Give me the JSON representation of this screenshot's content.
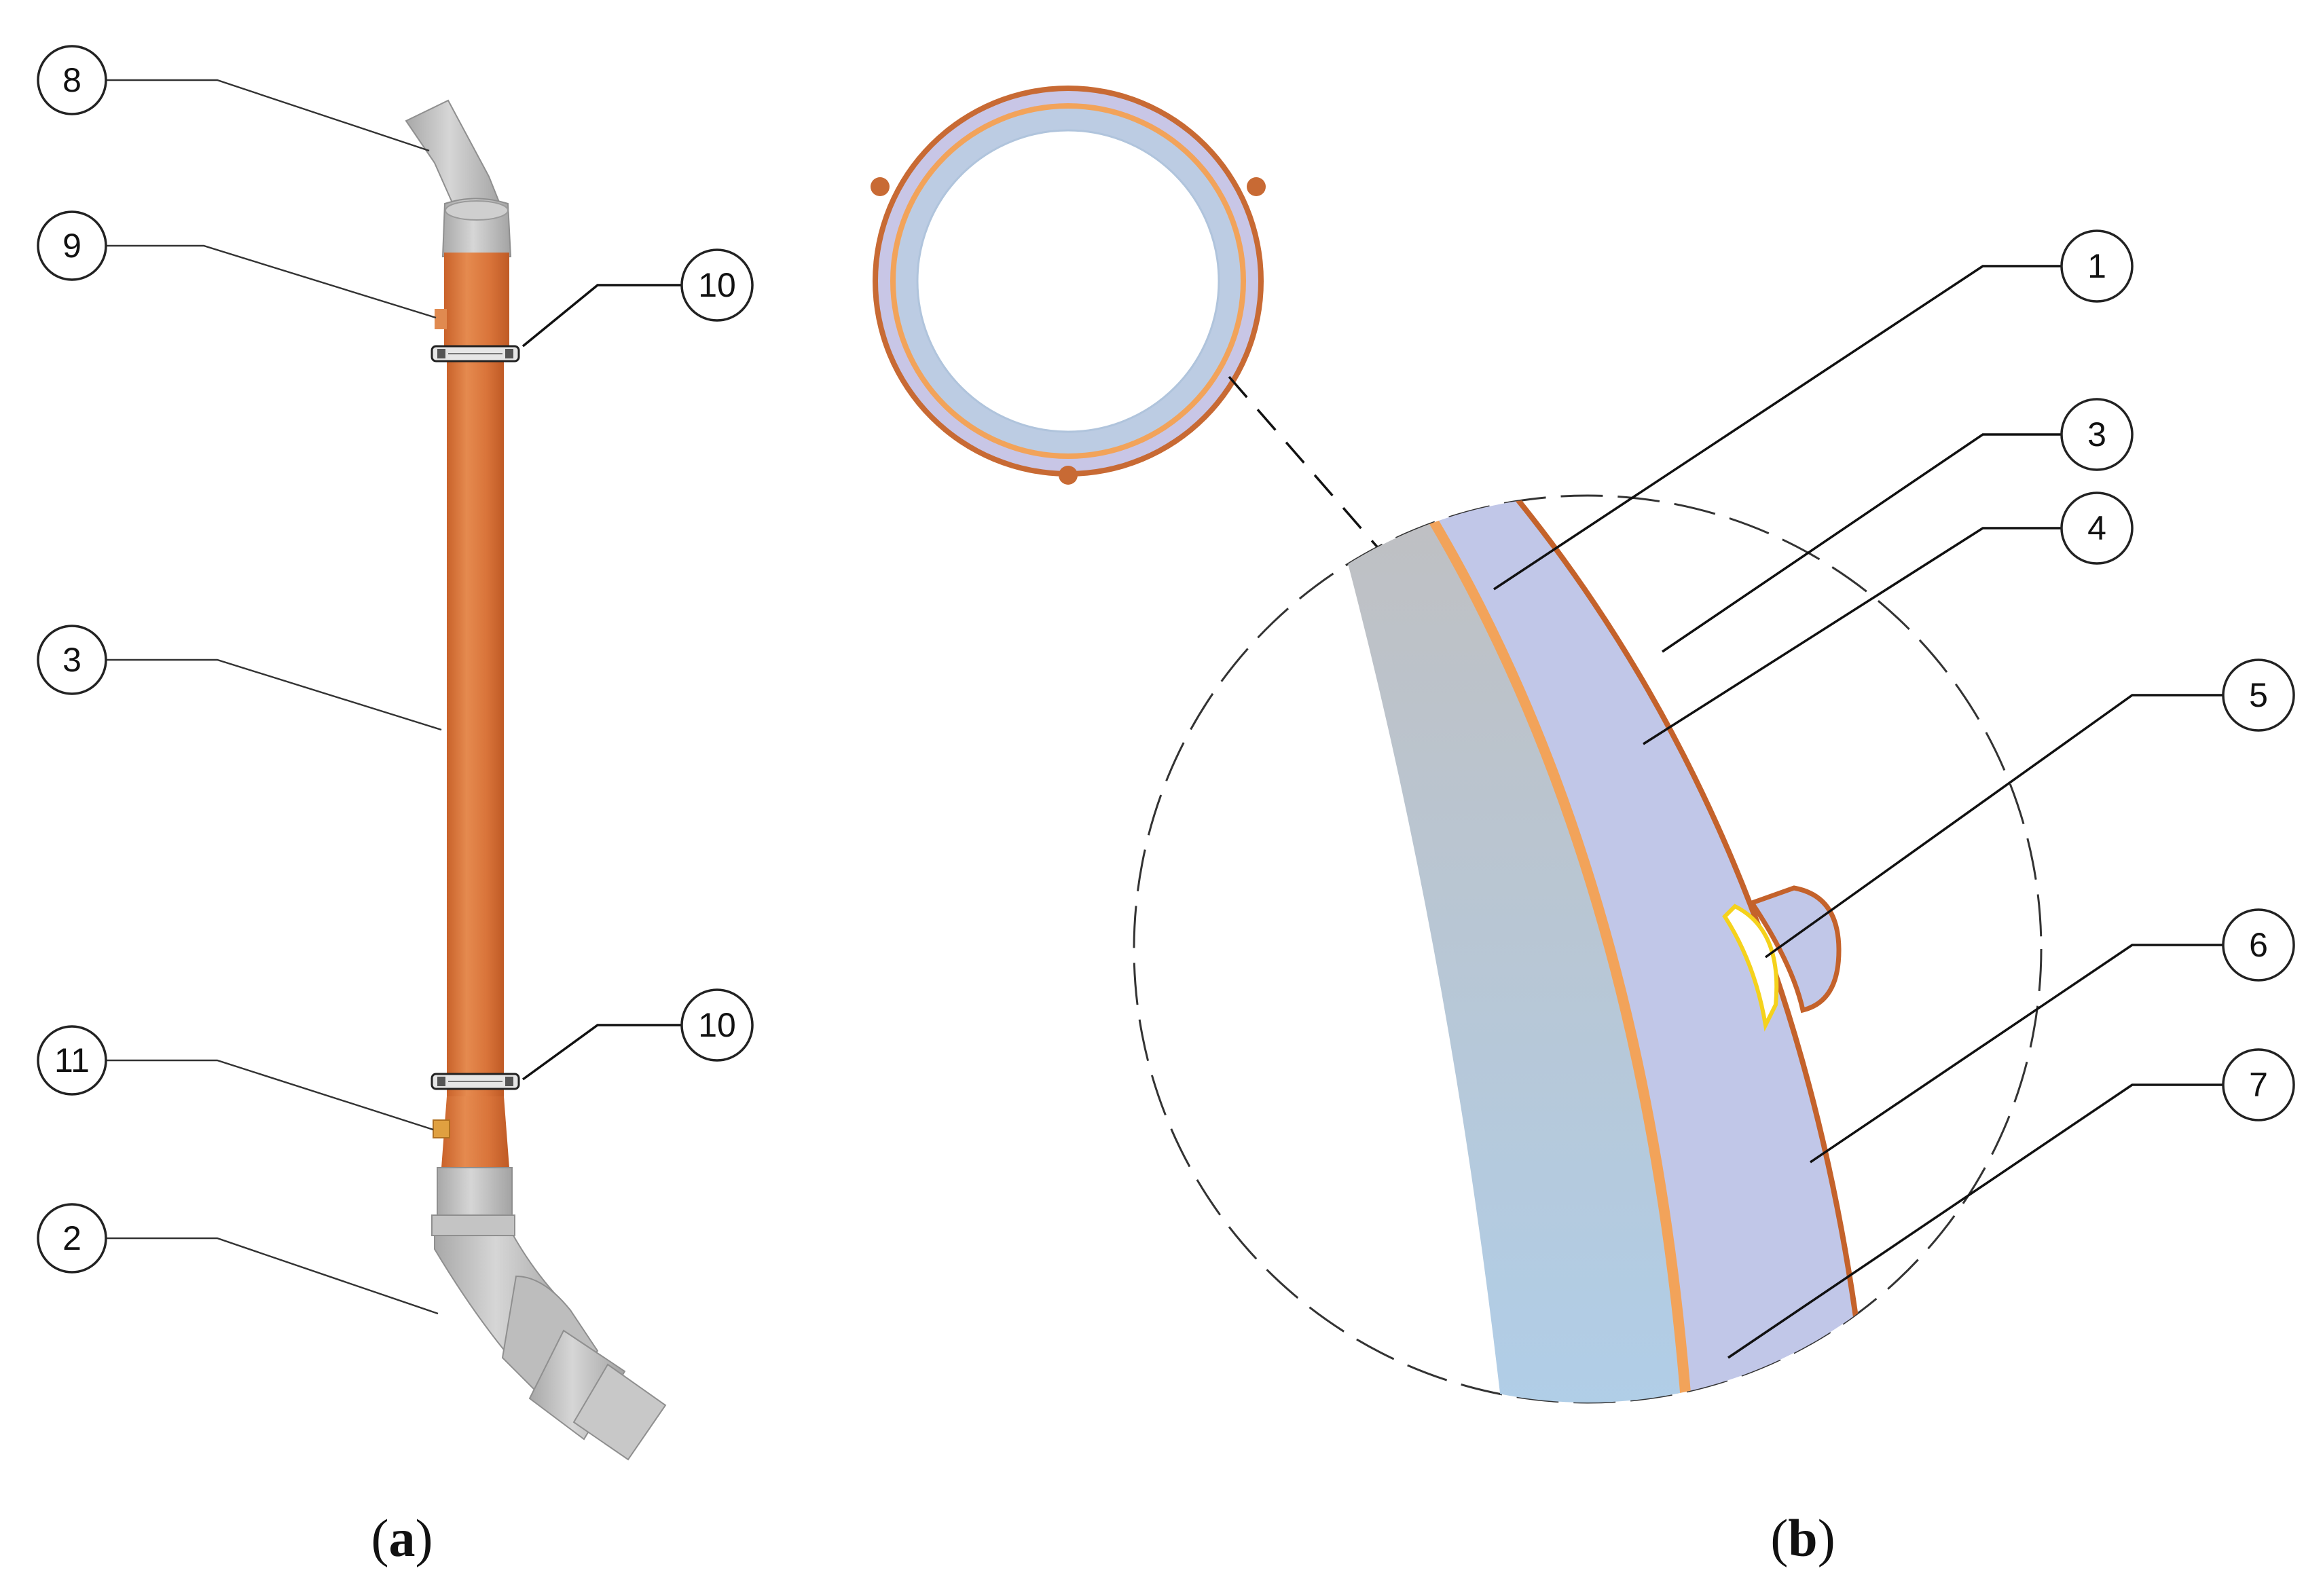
{
  "panel_labels": {
    "a": {
      "open": "(",
      "letter": "a",
      "close": ")"
    },
    "b": {
      "open": "(",
      "letter": "b",
      "close": ")"
    }
  },
  "callouts_a": [
    {
      "id": "c8",
      "text": "8"
    },
    {
      "id": "c9",
      "text": "9"
    },
    {
      "id": "c10t",
      "text": "10"
    },
    {
      "id": "c3a",
      "text": "3"
    },
    {
      "id": "c10b",
      "text": "10"
    },
    {
      "id": "c11",
      "text": "11"
    },
    {
      "id": "c2",
      "text": "2"
    }
  ],
  "callouts_b": [
    {
      "id": "c1",
      "text": "1"
    },
    {
      "id": "c3b",
      "text": "3"
    },
    {
      "id": "c4",
      "text": "4"
    },
    {
      "id": "c5",
      "text": "5"
    },
    {
      "id": "c6",
      "text": "6"
    },
    {
      "id": "c7",
      "text": "7"
    }
  ],
  "colors": {
    "pipe_orange": "#D9743A",
    "pipe_orange_dark": "#C4622B",
    "fitting_grey": "#BDBDBD",
    "fitting_grey_dark": "#9E9E9E",
    "layer_grey": "#BFC2C6",
    "layer_blue": "#B8D3EC",
    "layer_lavender": "#C3C4E6",
    "foil_orange": "#F2A35A",
    "bulge_yellow": "#F5D21C",
    "outline": "#222222"
  }
}
